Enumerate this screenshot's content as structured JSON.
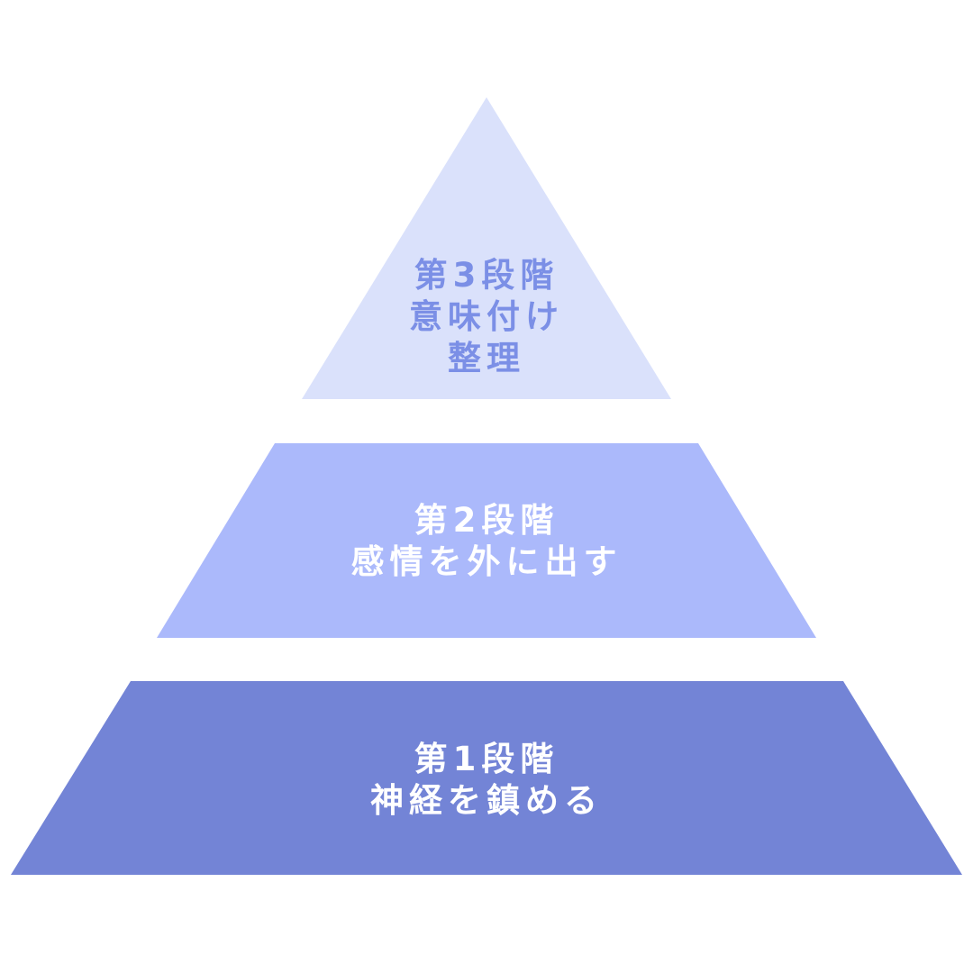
{
  "colors": {
    "background": "#ffffff",
    "tier3_fill": "#dae1fb",
    "tier3_text": "#7b8fe6",
    "tier2_fill": "#abb9fb",
    "tier2_text": "#ffffff",
    "tier1_fill": "#7384d6",
    "tier1_text": "#ffffff"
  },
  "tiers": [
    {
      "id": "tier-3",
      "lines": [
        "第3段階",
        "意味付け",
        "整理"
      ]
    },
    {
      "id": "tier-2",
      "lines": [
        "第2段階",
        "感情を外に出す"
      ]
    },
    {
      "id": "tier-1",
      "lines": [
        "第1段階",
        "神経を鎮める"
      ]
    }
  ]
}
